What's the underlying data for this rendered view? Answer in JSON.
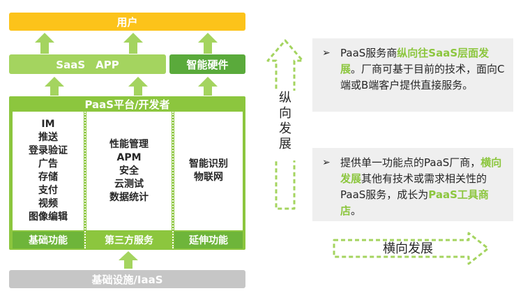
{
  "diagram": {
    "users": "用户",
    "saas_app": "SaaS　APP",
    "smart_hardware": "智能硬件",
    "platform_title": "PaaS平台/开发者",
    "columns": [
      {
        "items": [
          "IM",
          "推送",
          "登录验证",
          "广告",
          "存储",
          "支付",
          "视频",
          "图像编辑"
        ],
        "label": "基础功能"
      },
      {
        "items": [
          "性能管理",
          "APM",
          "安全",
          "云测试",
          "数据统计"
        ],
        "label": "第三方服务"
      },
      {
        "items": [
          "智能识别",
          "物联网"
        ],
        "label": "延伸功能"
      }
    ],
    "infrastructure": "基础设施/IaaS",
    "vertical_label": [
      "纵",
      "向",
      "发",
      "展"
    ],
    "horizontal_label": "横向发展"
  },
  "notes": [
    {
      "bullet": "➢",
      "parts": [
        {
          "text": "PaaS服务商",
          "hl": false
        },
        {
          "text": "纵向往SaaS层面发展",
          "hl": true
        },
        {
          "text": "。厂商可基于目前的技术，面向C端或B端客户提供直接服务。",
          "hl": false
        }
      ]
    },
    {
      "bullet": "➢",
      "parts": [
        {
          "text": "提供单一功能点的PaaS厂商，",
          "hl": false
        },
        {
          "text": "横向发展",
          "hl": true
        },
        {
          "text": "其他有技术或需求相关性的PaaS服务，成长为",
          "hl": false
        },
        {
          "text": "PaaS工具商店",
          "hl": true
        },
        {
          "text": "。",
          "hl": false
        }
      ]
    }
  ],
  "colors": {
    "users": "#fcc31a",
    "saas": "#a4d45f",
    "hardware": "#5aaa3b",
    "platform": "#8cc63e",
    "infra": "#c6c6c6",
    "highlight": "#8cc63e"
  }
}
